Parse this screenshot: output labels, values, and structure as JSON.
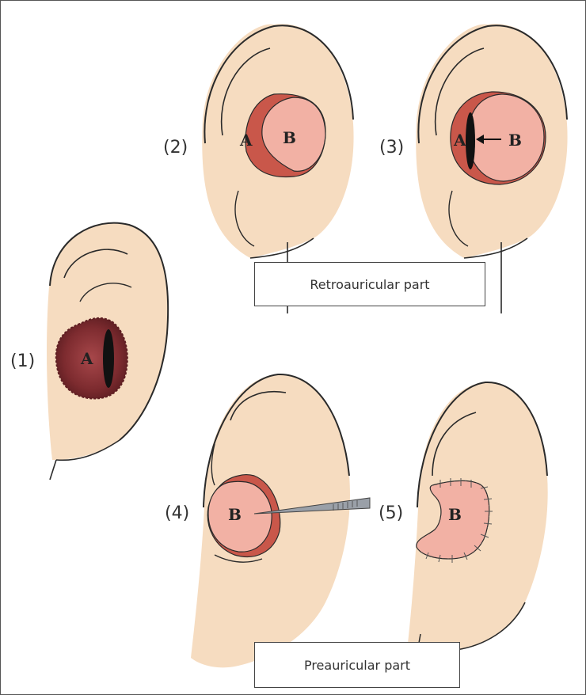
{
  "panels": {
    "p1": {
      "step": "(1)",
      "region_a": "A"
    },
    "p2": {
      "step": "(2)",
      "region_a": "A",
      "region_b": "B"
    },
    "p3": {
      "step": "(3)",
      "region_a": "A",
      "region_b": "B"
    },
    "p4": {
      "step": "(4)",
      "region_b": "B"
    },
    "p5": {
      "step": "(5)",
      "region_b": "B"
    }
  },
  "captions": {
    "retro": "Retroauricular part",
    "pre": "Preauricular part"
  },
  "colors": {
    "skin": "#f6dcc0",
    "outline": "#2a2a2a",
    "graft_pink": "#f2b1a4",
    "wound_red": "#c9574a",
    "wound_dark": "#7a2a2c"
  }
}
